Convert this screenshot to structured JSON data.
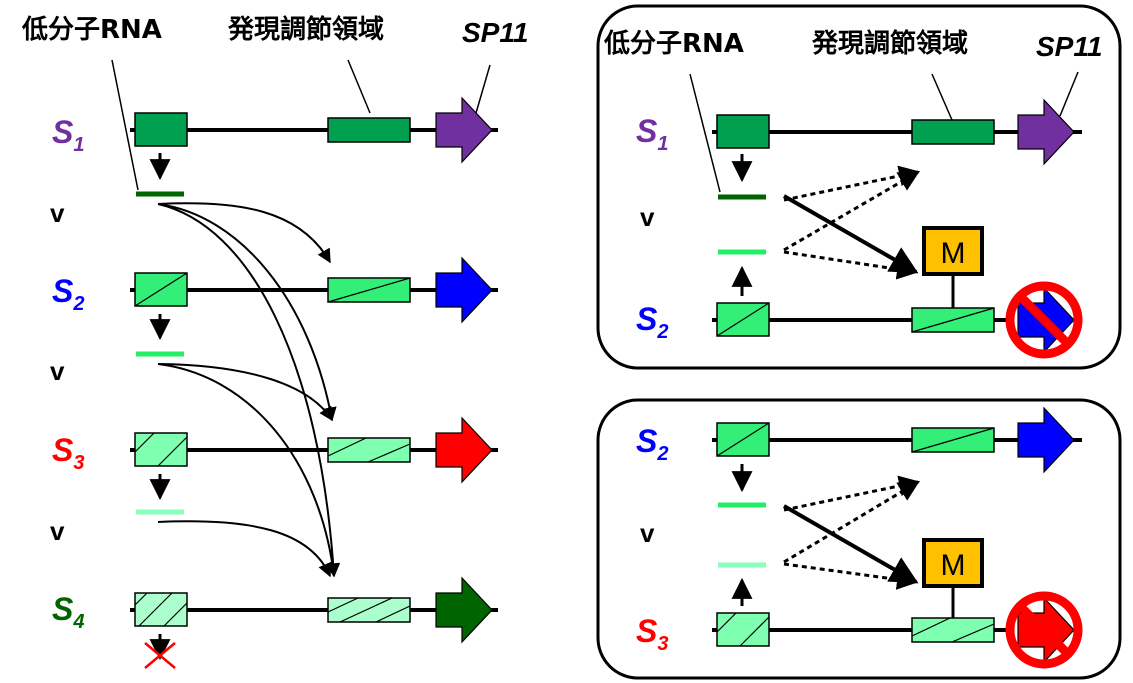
{
  "labels": {
    "small_rna": "低分子RNA",
    "regulatory_region": "発現調節領域",
    "gene": "SP11"
  },
  "greater_than": "v",
  "methylation": "M",
  "alleles": [
    {
      "letter": "S",
      "sub": "1",
      "color": "#7030a0"
    },
    {
      "letter": "S",
      "sub": "2",
      "color": "#0000ff"
    },
    {
      "letter": "S",
      "sub": "3",
      "color": "#ff0000"
    },
    {
      "letter": "S",
      "sub": "4",
      "color": "#006400"
    }
  ],
  "colors": {
    "green_dark": "#00a050",
    "green_mid": "#33ee77",
    "green_light": "#7fffb0",
    "green_lighter": "#aaffcc",
    "rna_dark": "#006400",
    "rna_mid": "#22ee66",
    "rna_light": "#88ffbb",
    "methyl_box": "#ffc000",
    "prohibit_red": "#ff0000"
  }
}
